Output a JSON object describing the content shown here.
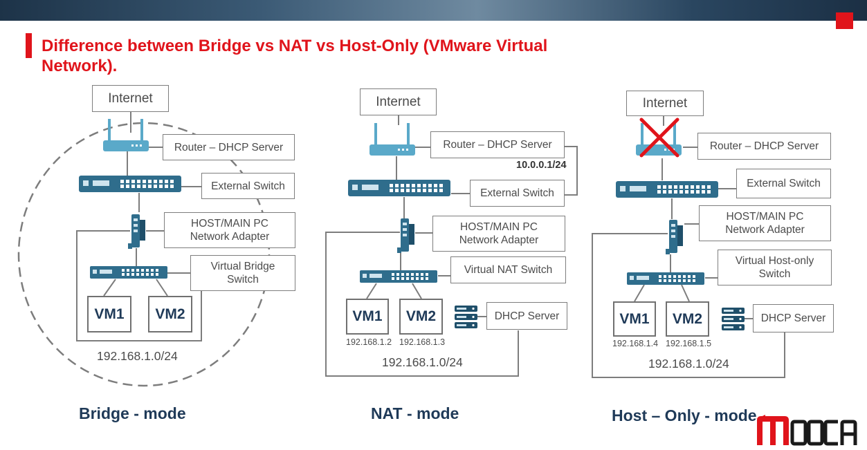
{
  "title": "Difference between Bridge vs NAT vs Host-Only (VMware Virtual Network).",
  "colors": {
    "accent": "#e0141b",
    "navy": "#1f3a58",
    "device": "#2f6d8c",
    "device_light": "#5aa9c9"
  },
  "bridge": {
    "internet": "Internet",
    "router": "Router – DHCP Server",
    "external_switch": "External Switch",
    "host": "HOST/MAIN PC\nNetwork Adapter",
    "vswitch": "Virtual Bridge\nSwitch",
    "vm1": "VM1",
    "vm2": "VM2",
    "network": "192.168.1.0/24",
    "mode": "Bridge - mode"
  },
  "nat": {
    "internet": "Internet",
    "router": "Router – DHCP Server",
    "subnet": "10.0.0.1/24",
    "external_switch": "External Switch",
    "host": "HOST/MAIN PC\nNetwork Adapter",
    "vswitch": "Virtual NAT Switch",
    "vm1": "VM1",
    "vm2": "VM2",
    "vm1_ip": "192.168.1.2",
    "vm2_ip": "192.168.1.3",
    "dhcp": "DHCP Server",
    "network": "192.168.1.0/24",
    "mode": "NAT - mode"
  },
  "hostonly": {
    "internet": "Internet",
    "router": "Router – DHCP Server",
    "external_switch": "External Switch",
    "host": "HOST/MAIN PC\nNetwork Adapter",
    "vswitch": "Virtual Host-only\nSwitch",
    "vm1": "VM1",
    "vm2": "VM2",
    "vm1_ip": "192.168.1.4",
    "vm2_ip": "192.168.1.5",
    "dhcp": "DHCP Server",
    "network": "192.168.1.0/24",
    "mode": "Host – Only - mode"
  },
  "logo_text": "MOOCA"
}
